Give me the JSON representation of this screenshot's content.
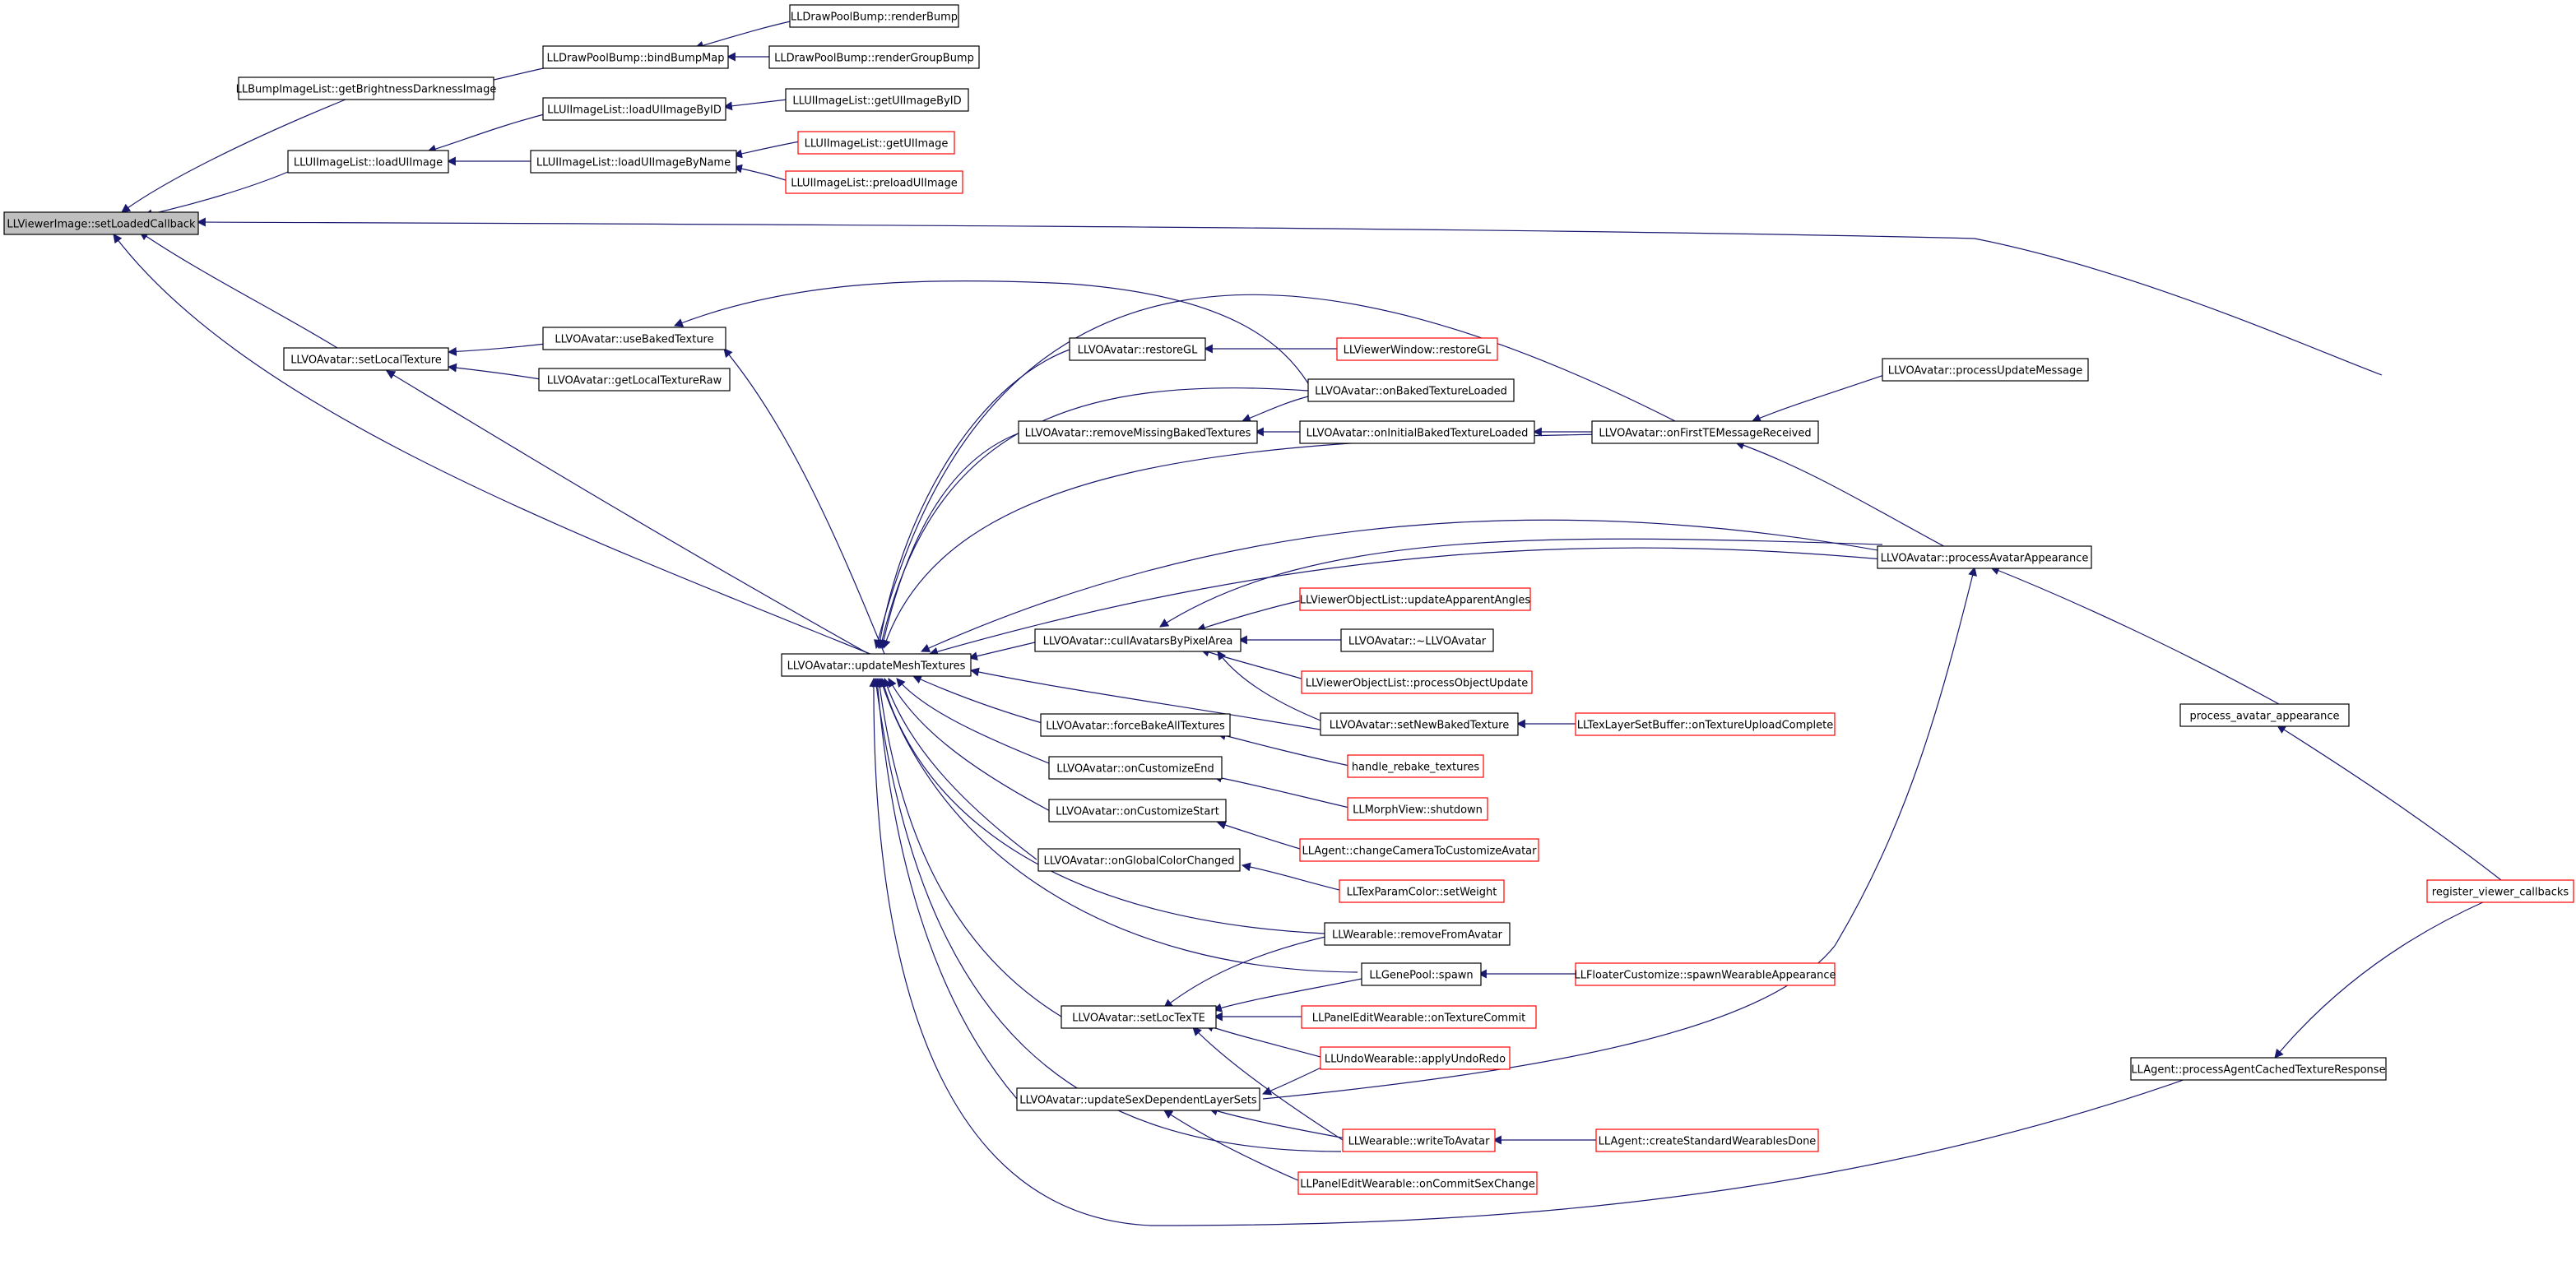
{
  "colors": {
    "edge": "#191970",
    "box_border": "#000000",
    "truncated_border": "#ff0000",
    "root_fill": "#bfbfbf"
  },
  "nodes": [
    {
      "id": "n0",
      "label": "LLViewerImage::setLoadedCallback",
      "variant": "root"
    },
    {
      "id": "n1",
      "label": "LLBumpImageList::getBrightnessDarknessImage",
      "variant": "normal"
    },
    {
      "id": "n2",
      "label": "LLDrawPoolBump::bindBumpMap",
      "variant": "normal"
    },
    {
      "id": "n3",
      "label": "LLDrawPoolBump::renderBump",
      "variant": "normal"
    },
    {
      "id": "n4",
      "label": "LLDrawPoolBump::renderGroupBump",
      "variant": "normal"
    },
    {
      "id": "n5",
      "label": "LLUIImageList::loadUIImage",
      "variant": "normal"
    },
    {
      "id": "n6",
      "label": "LLUIImageList::loadUIImageByID",
      "variant": "normal"
    },
    {
      "id": "n7",
      "label": "LLUIImageList::getUIImageByID",
      "variant": "normal"
    },
    {
      "id": "n8",
      "label": "LLUIImageList::loadUIImageByName",
      "variant": "normal"
    },
    {
      "id": "n9",
      "label": "LLUIImageList::getUIImage",
      "variant": "truncated"
    },
    {
      "id": "n10",
      "label": "LLUIImageList::preloadUIImage",
      "variant": "truncated"
    },
    {
      "id": "n11",
      "label": "LLVOAvatar::setLocalTexture",
      "variant": "normal"
    },
    {
      "id": "n12",
      "label": "LLVOAvatar::useBakedTexture",
      "variant": "normal"
    },
    {
      "id": "n13",
      "label": "LLVOAvatar::getLocalTextureRaw",
      "variant": "normal"
    },
    {
      "id": "n14",
      "label": "LLVOAvatar::updateMeshTextures",
      "variant": "normal"
    },
    {
      "id": "n15",
      "label": "LLVOAvatar::restoreGL",
      "variant": "normal"
    },
    {
      "id": "n16",
      "label": "LLViewerWindow::restoreGL",
      "variant": "truncated"
    },
    {
      "id": "n17",
      "label": "LLVOAvatar::onBakedTextureLoaded",
      "variant": "normal"
    },
    {
      "id": "n18",
      "label": "LLVOAvatar::removeMissingBakedTextures",
      "variant": "normal"
    },
    {
      "id": "n19",
      "label": "LLVOAvatar::onInitialBakedTextureLoaded",
      "variant": "normal"
    },
    {
      "id": "n20",
      "label": "LLVOAvatar::onFirstTEMessageReceived",
      "variant": "normal"
    },
    {
      "id": "n21",
      "label": "LLVOAvatar::processUpdateMessage",
      "variant": "normal"
    },
    {
      "id": "n22",
      "label": "LLVOAvatar::processAvatarAppearance",
      "variant": "normal"
    },
    {
      "id": "n23",
      "label": "LLVOAvatar::cullAvatarsByPixelArea",
      "variant": "normal"
    },
    {
      "id": "n24",
      "label": "LLViewerObjectList::updateApparentAngles",
      "variant": "truncated"
    },
    {
      "id": "n25",
      "label": "LLVOAvatar::~LLVOAvatar",
      "variant": "normal"
    },
    {
      "id": "n26",
      "label": "LLViewerObjectList::processObjectUpdate",
      "variant": "truncated"
    },
    {
      "id": "n27",
      "label": "LLVOAvatar::setNewBakedTexture",
      "variant": "normal"
    },
    {
      "id": "n28",
      "label": "LLTexLayerSetBuffer::onTextureUploadComplete",
      "variant": "truncated"
    },
    {
      "id": "n29",
      "label": "LLVOAvatar::forceBakeAllTextures",
      "variant": "normal"
    },
    {
      "id": "n30",
      "label": "handle_rebake_textures",
      "variant": "truncated"
    },
    {
      "id": "n31",
      "label": "LLVOAvatar::onCustomizeEnd",
      "variant": "normal"
    },
    {
      "id": "n32",
      "label": "LLMorphView::shutdown",
      "variant": "truncated"
    },
    {
      "id": "n33",
      "label": "LLVOAvatar::onCustomizeStart",
      "variant": "normal"
    },
    {
      "id": "n34",
      "label": "LLAgent::changeCameraToCustomizeAvatar",
      "variant": "truncated"
    },
    {
      "id": "n35",
      "label": "LLVOAvatar::onGlobalColorChanged",
      "variant": "normal"
    },
    {
      "id": "n36",
      "label": "LLTexParamColor::setWeight",
      "variant": "truncated"
    },
    {
      "id": "n37",
      "label": "LLWearable::removeFromAvatar",
      "variant": "normal"
    },
    {
      "id": "n38",
      "label": "LLGenePool::spawn",
      "variant": "normal"
    },
    {
      "id": "n39",
      "label": "LLFloaterCustomize::spawnWearableAppearance",
      "variant": "truncated"
    },
    {
      "id": "n40",
      "label": "LLVOAvatar::setLocTexTE",
      "variant": "normal"
    },
    {
      "id": "n41",
      "label": "LLPanelEditWearable::onTextureCommit",
      "variant": "truncated"
    },
    {
      "id": "n42",
      "label": "LLUndoWearable::applyUndoRedo",
      "variant": "truncated"
    },
    {
      "id": "n43",
      "label": "LLVOAvatar::updateSexDependentLayerSets",
      "variant": "normal"
    },
    {
      "id": "n44",
      "label": "LLWearable::writeToAvatar",
      "variant": "truncated"
    },
    {
      "id": "n45",
      "label": "LLAgent::createStandardWearablesDone",
      "variant": "truncated"
    },
    {
      "id": "n46",
      "label": "LLPanelEditWearable::onCommitSexChange",
      "variant": "truncated"
    },
    {
      "id": "n47",
      "label": "process_avatar_appearance",
      "variant": "normal"
    },
    {
      "id": "n48",
      "label": "register_viewer_callbacks",
      "variant": "truncated"
    },
    {
      "id": "n49",
      "label": "LLAgent::processAgentCachedTextureResponse",
      "variant": "normal"
    }
  ]
}
